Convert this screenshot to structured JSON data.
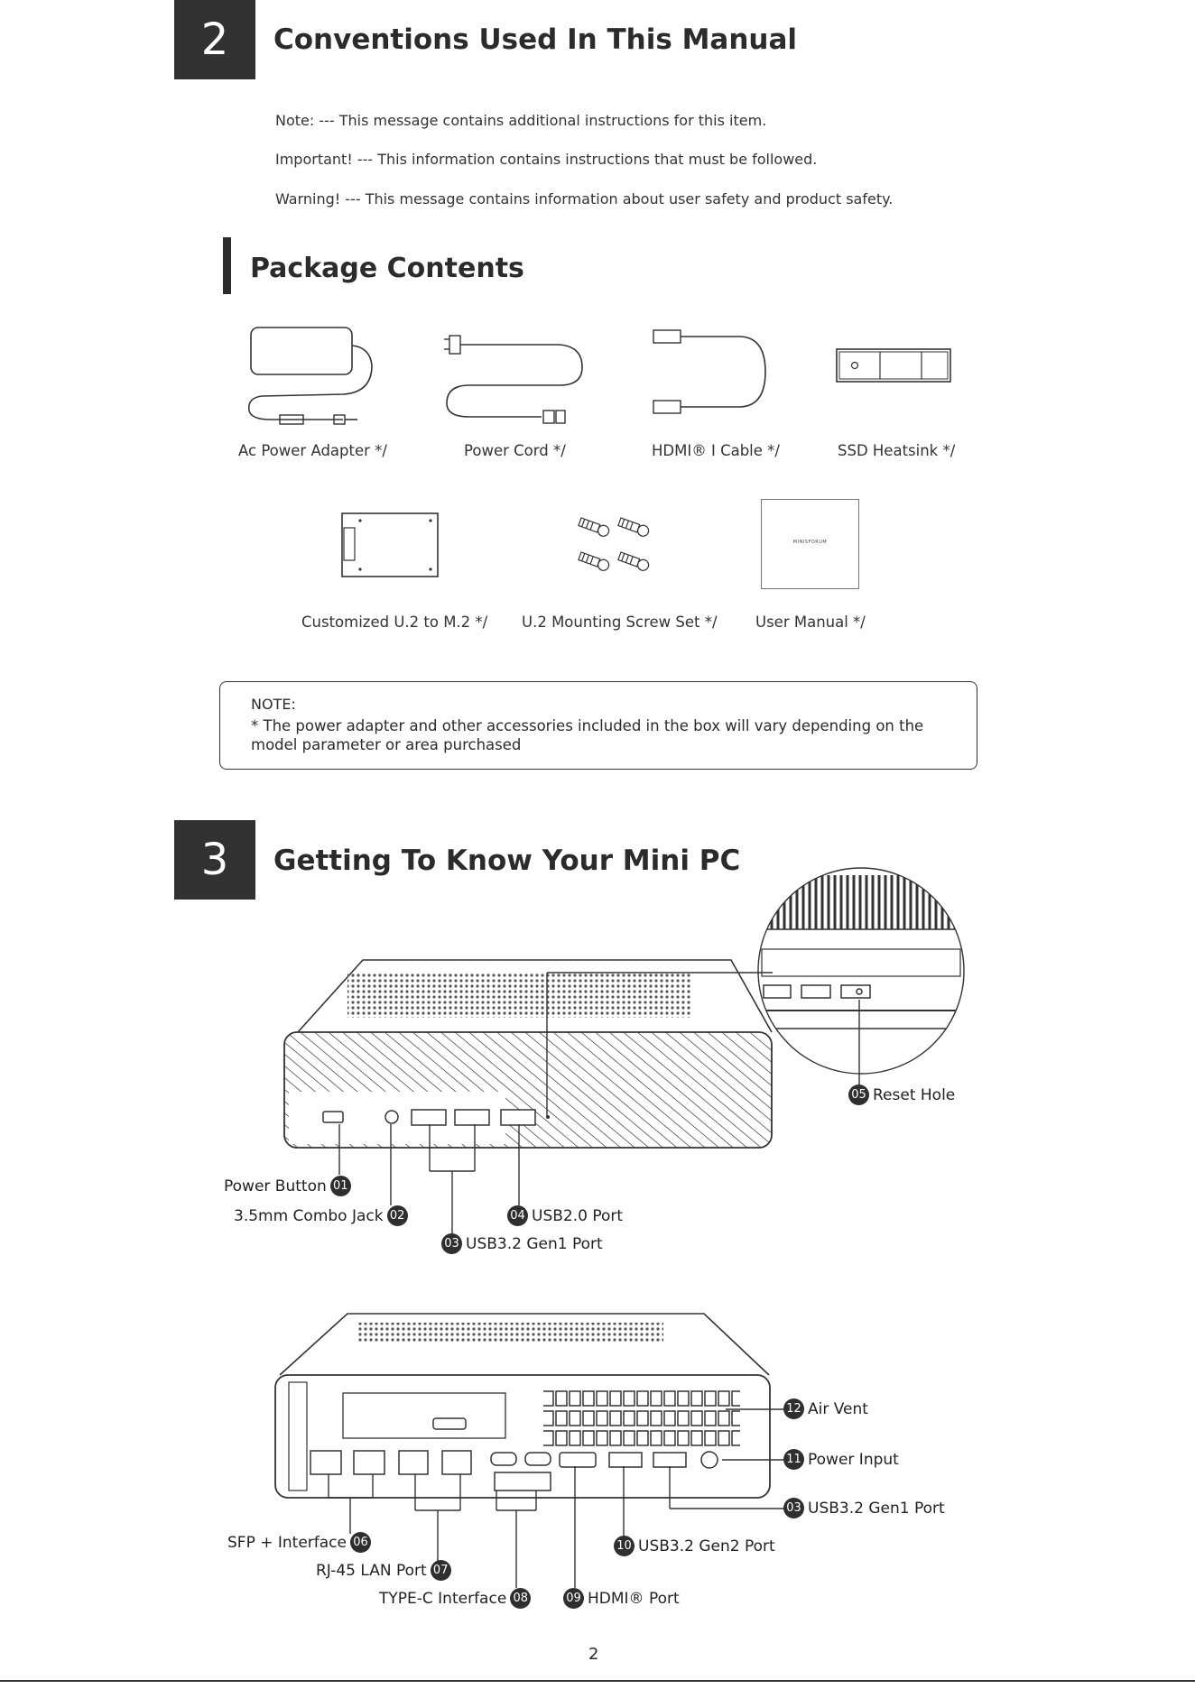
{
  "section2": {
    "number": "2",
    "title": "Conventions Used In This Manual",
    "conventions": [
      "Note:  --- This message contains additional instructions for this item.",
      "Important!  --- This information contains instructions that must be followed.",
      "Warning!  --- This message contains information about user safety and product safety."
    ]
  },
  "package": {
    "title": "Package Contents",
    "items": [
      "Ac Power Adapter */",
      "Power Cord */",
      "HDMI® I Cable */",
      "SSD Heatsink */",
      "Customized U.2 to M.2 */",
      "U.2 Mounting Screw Set */",
      "User Manual */"
    ],
    "manual_cover_text": "MINISFORUM"
  },
  "note": {
    "heading": "NOTE:",
    "text": "* The power adapter and other accessories included in the box will vary depending on the model parameter or area purchased"
  },
  "section3": {
    "number": "3",
    "title": "Getting To Know Your Mini PC"
  },
  "front_labels": {
    "b01": "01",
    "power_button": "Power Button",
    "b02": "02",
    "combo_jack": "3.5mm Combo Jack",
    "b03": "03",
    "usb32_gen1": "USB3.2 Gen1 Port",
    "b04": "04",
    "usb20": "USB2.0 Port",
    "b05": "05",
    "reset_hole": "Reset Hole"
  },
  "rear_labels": {
    "b06": "06",
    "sfp": "SFP + Interface",
    "b07": "07",
    "rj45": "RJ-45 LAN Port",
    "b08": "08",
    "typec": "TYPE-C Interface",
    "b09": "09",
    "hdmi": "HDMI® Port",
    "b10": "10",
    "usb32_gen2": "USB3.2 Gen2  Port",
    "b11": "11",
    "power_input": "Power Input",
    "b12": "12",
    "air_vent": "Air Vent",
    "b03": "03",
    "usb32_gen1": "USB3.2 Gen1 Port"
  },
  "page_number": "2"
}
